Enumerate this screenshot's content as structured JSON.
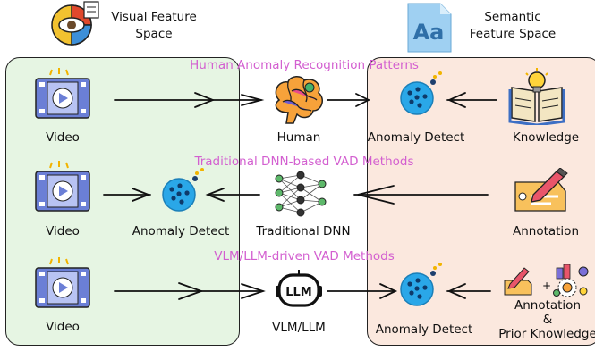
{
  "headers": {
    "visual": "Visual Feature\nSpace",
    "semantic": "Semantic\nFeature Space"
  },
  "rows": [
    {
      "title": "Human Anomaly Recognition Patterns",
      "video": "Video",
      "model": "Human",
      "detect": "Anomaly Detect",
      "source": "Knowledge"
    },
    {
      "title": "Traditional DNN-based VAD Methods",
      "video": "Video",
      "detect": "Anomaly Detect",
      "model": "Traditional DNN",
      "source": "Annotation"
    },
    {
      "title": "VLM/LLM-driven VAD Methods",
      "video": "Video",
      "model": "VLM/LLM",
      "model_badge": "LLM",
      "detect": "Anomaly Detect",
      "source": "Annotation\n&\nPrior Knowledge"
    }
  ],
  "icons": {
    "semantic_logo": "Aa"
  },
  "colors": {
    "left_panel": "#e6f5e3",
    "right_panel": "#fbe8de",
    "row_title": "#d35fd0",
    "video_frame": "#6b7fd6",
    "detect_ball": "#2aa7e8"
  }
}
